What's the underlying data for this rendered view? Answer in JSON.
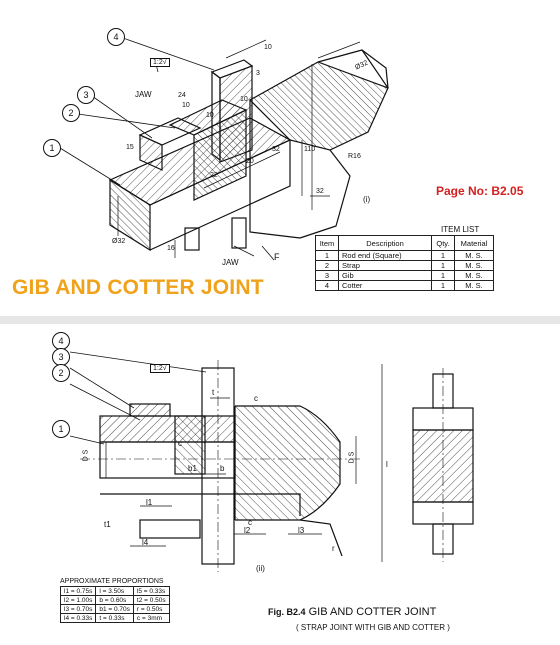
{
  "page": {
    "title": "GIB AND COTTER JOINT",
    "page_no": "Page No: B2.05"
  },
  "top_drawing": {
    "callouts": [
      "1",
      "2",
      "3",
      "4"
    ],
    "scale": "1:2√",
    "labels": {
      "jaw_top": "JAW",
      "jaw_bottom": "JAW",
      "f": "F",
      "view": "(i)",
      "d32_top": "Ø32",
      "d32_left": "Ø32",
      "r16": "R16"
    },
    "dimensions": [
      "10",
      "3",
      "24",
      "10",
      "10",
      "10",
      "15",
      "22",
      "20",
      "32",
      "110",
      "32",
      "16"
    ]
  },
  "item_list": {
    "caption": "ITEM  LIST",
    "headers": [
      "Item",
      "Description",
      "Qty.",
      "Material"
    ],
    "rows": [
      [
        "1",
        "Rod end (Square)",
        "1",
        "M. S."
      ],
      [
        "2",
        "Strap",
        "1",
        "M. S."
      ],
      [
        "3",
        "Gib",
        "1",
        "M. S."
      ],
      [
        "4",
        "Cotter",
        "1",
        "M. S."
      ]
    ]
  },
  "bottom_drawing": {
    "callouts": [
      "4",
      "3",
      "2",
      "1"
    ],
    "scale": "1:2√",
    "view": "(ii)",
    "labels": [
      "t",
      "c",
      "c",
      "b1",
      "b",
      "l1",
      "l4",
      "l2",
      "l3",
      "c",
      "t1",
      "D S",
      "D S",
      "l",
      "r"
    ]
  },
  "proportions": {
    "caption": "APPROXIMATE  PROPORTIONS",
    "rows": [
      [
        "l1  = 0.75s",
        "l  = 3.50s",
        "l5  = 0.33s"
      ],
      [
        "l2  = 1.00s",
        "b  = 0.60s",
        "t2  = 0.50s"
      ],
      [
        "l3  = 0.70s",
        "b1 = 0.70s",
        "r  = 0.50s"
      ],
      [
        "l4  = 0.33s",
        "t  = 0.33s",
        "c  = 3mm"
      ]
    ]
  },
  "figure": {
    "prefix": "Fig. B2.4",
    "title": "GIB AND COTTER JOINT",
    "subtitle": "( STRAP JOINT WITH GIB AND COTTER )"
  },
  "colors": {
    "title_orange": "#f0a21a",
    "page_no_red": "#d42020",
    "divider": "#e6e6e6"
  }
}
